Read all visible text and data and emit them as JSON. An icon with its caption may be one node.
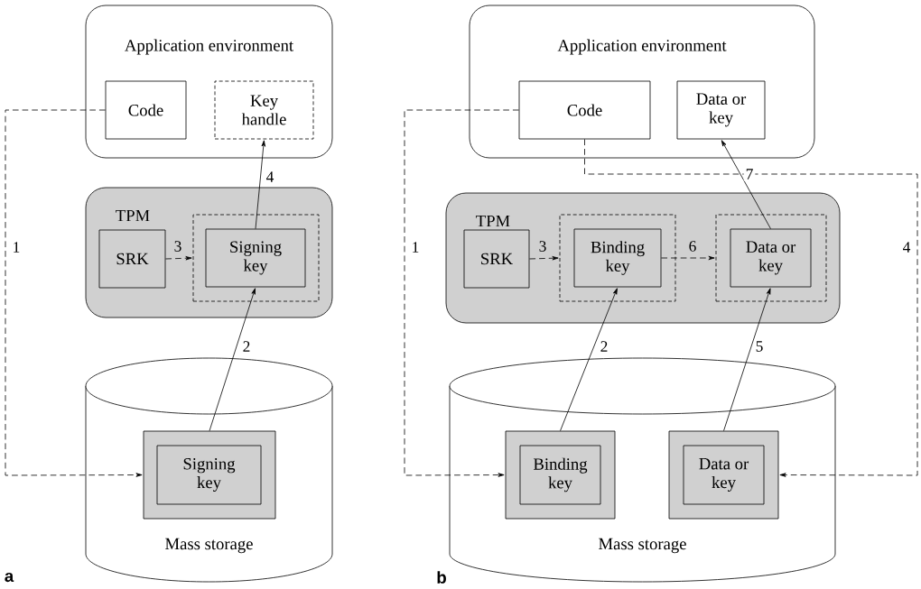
{
  "diagram": {
    "nodes": [
      {
        "text": [
          "Application environment"
        ]
      },
      {
        "text": [
          "Code"
        ],
        "in": 0
      },
      {
        "text": [
          "Key handle"
        ],
        "in": 0
      },
      {
        "text": [
          "TPM"
        ]
      },
      {
        "text": [
          "SRK"
        ],
        "in": 3
      },
      {
        "text": [],
        "shape": "box",
        "in": 3
      },
      {
        "text": [
          "Signing key"
        ],
        "in": 5
      },
      {
        "text": [
          "Mass storage"
        ]
      },
      {
        "text": [],
        "shape": "box",
        "in": 7
      },
      {
        "text": [
          "Signing key"
        ],
        "in": 8
      },
      {
        "text": [
          "Application environment"
        ]
      },
      {
        "text": [
          "Code"
        ],
        "in": 10
      },
      {
        "text": [
          "Data or key"
        ],
        "in": 10
      },
      {
        "text": [
          "TPM"
        ]
      },
      {
        "text": [
          "SRK"
        ],
        "in": 13
      },
      {
        "text": [],
        "shape": "box",
        "in": 13
      },
      {
        "text": [
          "Binding key"
        ],
        "in": 15
      },
      {
        "text": [],
        "shape": "box",
        "in": 13
      },
      {
        "text": [
          "Data or key"
        ],
        "in": 17
      },
      {
        "text": [
          "Mass storage"
        ]
      },
      {
        "text": [],
        "shape": "box",
        "in": 19
      },
      {
        "text": [
          "Binding key"
        ],
        "in": 20
      },
      {
        "text": [],
        "shape": "box",
        "in": 19
      },
      {
        "text": [
          "Data or key"
        ],
        "in": 22
      }
    ],
    "edges": [
      {
        "from": 1,
        "to": 8,
        "arrow": "to",
        "label": "1",
        "style": "dashed"
      },
      {
        "from": 8,
        "to": 6,
        "arrow": "to",
        "label": "2"
      },
      {
        "from": 4,
        "to": 5,
        "arrow": "to",
        "label": "3",
        "style": "dashed"
      },
      {
        "from": 6,
        "to": 2,
        "arrow": "to",
        "label": "4"
      },
      {
        "from": 11,
        "to": 20,
        "arrow": "to",
        "label": "1",
        "style": "dashed"
      },
      {
        "from": 20,
        "to": 16,
        "arrow": "to",
        "label": "2"
      },
      {
        "from": 14,
        "to": 15,
        "arrow": "to",
        "label": "3",
        "style": "dashed"
      },
      {
        "from": 11,
        "to": 22,
        "arrow": "to",
        "label": "4",
        "style": "dashed"
      },
      {
        "from": 22,
        "to": 18,
        "arrow": "to",
        "label": "5"
      },
      {
        "from": 16,
        "to": 17,
        "arrow": "to",
        "label": "6",
        "style": "dashed"
      },
      {
        "from": 18,
        "to": 12,
        "arrow": "to",
        "label": "7"
      }
    ],
    "labels": [
      "a",
      "b"
    ]
  }
}
